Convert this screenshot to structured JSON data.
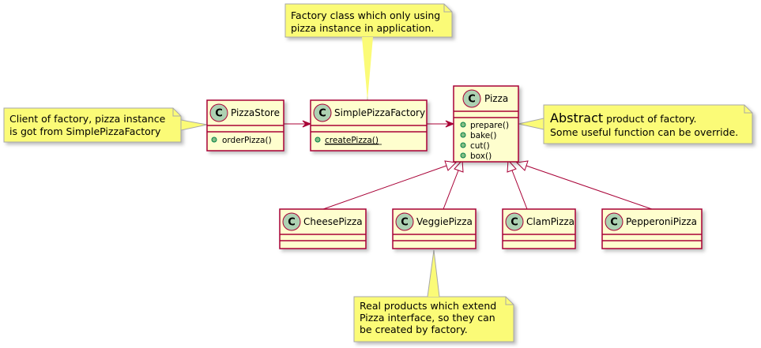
{
  "classes": {
    "pizza_store": {
      "name": "PizzaStore",
      "stereotype": "C",
      "methods": [
        "orderPizza()"
      ]
    },
    "simple_factory": {
      "name": "SimplePizzaFactory",
      "stereotype": "C",
      "methods": [
        "createPizza()"
      ]
    },
    "pizza": {
      "name": "Pizza",
      "stereotype": "C",
      "methods": [
        "prepare()",
        "bake()",
        "cut()",
        "box()"
      ]
    },
    "cheese": {
      "name": "CheesePizza",
      "stereotype": "C"
    },
    "veggie": {
      "name": "VeggiePizza",
      "stereotype": "C"
    },
    "clam": {
      "name": "ClamPizza",
      "stereotype": "C"
    },
    "pepperoni": {
      "name": "PepperoniPizza",
      "stereotype": "C"
    }
  },
  "notes": {
    "factory_note": [
      "Factory class which only using",
      "pizza instance in application."
    ],
    "client_note": [
      "Client of factory, pizza instance",
      "is got from SimplePizzaFactory"
    ],
    "abstract_note": {
      "bold": "Abstract",
      "line1_rest": " product of factory.",
      "line2": "Some useful function can be override."
    },
    "products_note": [
      "Real products which extend",
      "Pizza interface, so they can",
      "be created by factory."
    ]
  },
  "colors": {
    "class_fill": "#FEFECE",
    "class_border": "#A80036",
    "circle_fill": "#ADD1B2",
    "note_fill": "#FBFB77",
    "note_border": "#A8A8A8",
    "arrow": "#A80036",
    "public_marker": "#84BE84"
  }
}
